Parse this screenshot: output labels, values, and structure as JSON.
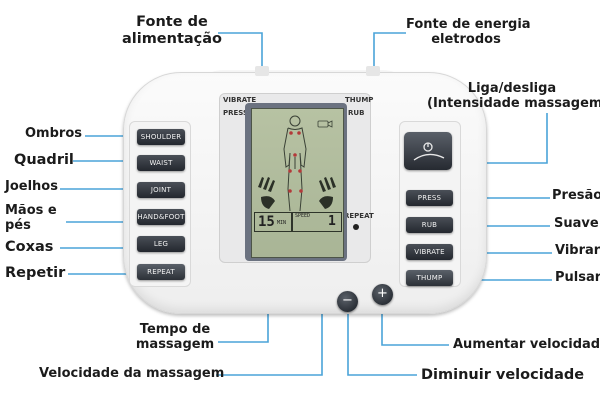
{
  "labels": {
    "fonte_alimentacao": [
      "Fonte de",
      "alimentação"
    ],
    "fonte_energia": [
      "Fonte de energia",
      "eletrodos"
    ],
    "liga_desliga": [
      "Liga/desliga",
      "(Intensidade massagem)"
    ],
    "ombros": "Ombros",
    "quadril": "Quadril",
    "joelhos": "Joelhos",
    "maos_pes": [
      "Mãos e",
      "pés"
    ],
    "coxas": "Coxas",
    "repetir": "Repetir",
    "presao": "Presão",
    "suave": "Suave",
    "vibrar": "Vibrar",
    "pulsar": "Pulsar",
    "tempo": [
      "Tempo de",
      "massagem"
    ],
    "velocidade": "Velocidade da massagem",
    "aumentar": "Aumentar velocidade",
    "diminuir": "Diminuir velocidade"
  },
  "device": {
    "left_buttons": [
      "SHOULDER",
      "WAIST",
      "JOINT",
      "HAND&FOOT",
      "LEG",
      "REPEAT"
    ],
    "right_buttons": [
      "PRESS",
      "RUB",
      "VIBRATE",
      "THUMP"
    ],
    "panel_left": [
      "VIBRATE",
      "PRESS"
    ],
    "panel_right": [
      "THUMP",
      "RUB"
    ],
    "repeat_label": "REPEAT",
    "timer_value": "15",
    "timer_unit": "MIN",
    "speed_label": "SPEED",
    "speed_value": "1",
    "minus": "−",
    "plus": "+"
  },
  "colors": {
    "leader": "#4aa3d8",
    "button": "#2a2e35",
    "lcd": "#b1bd9d"
  }
}
